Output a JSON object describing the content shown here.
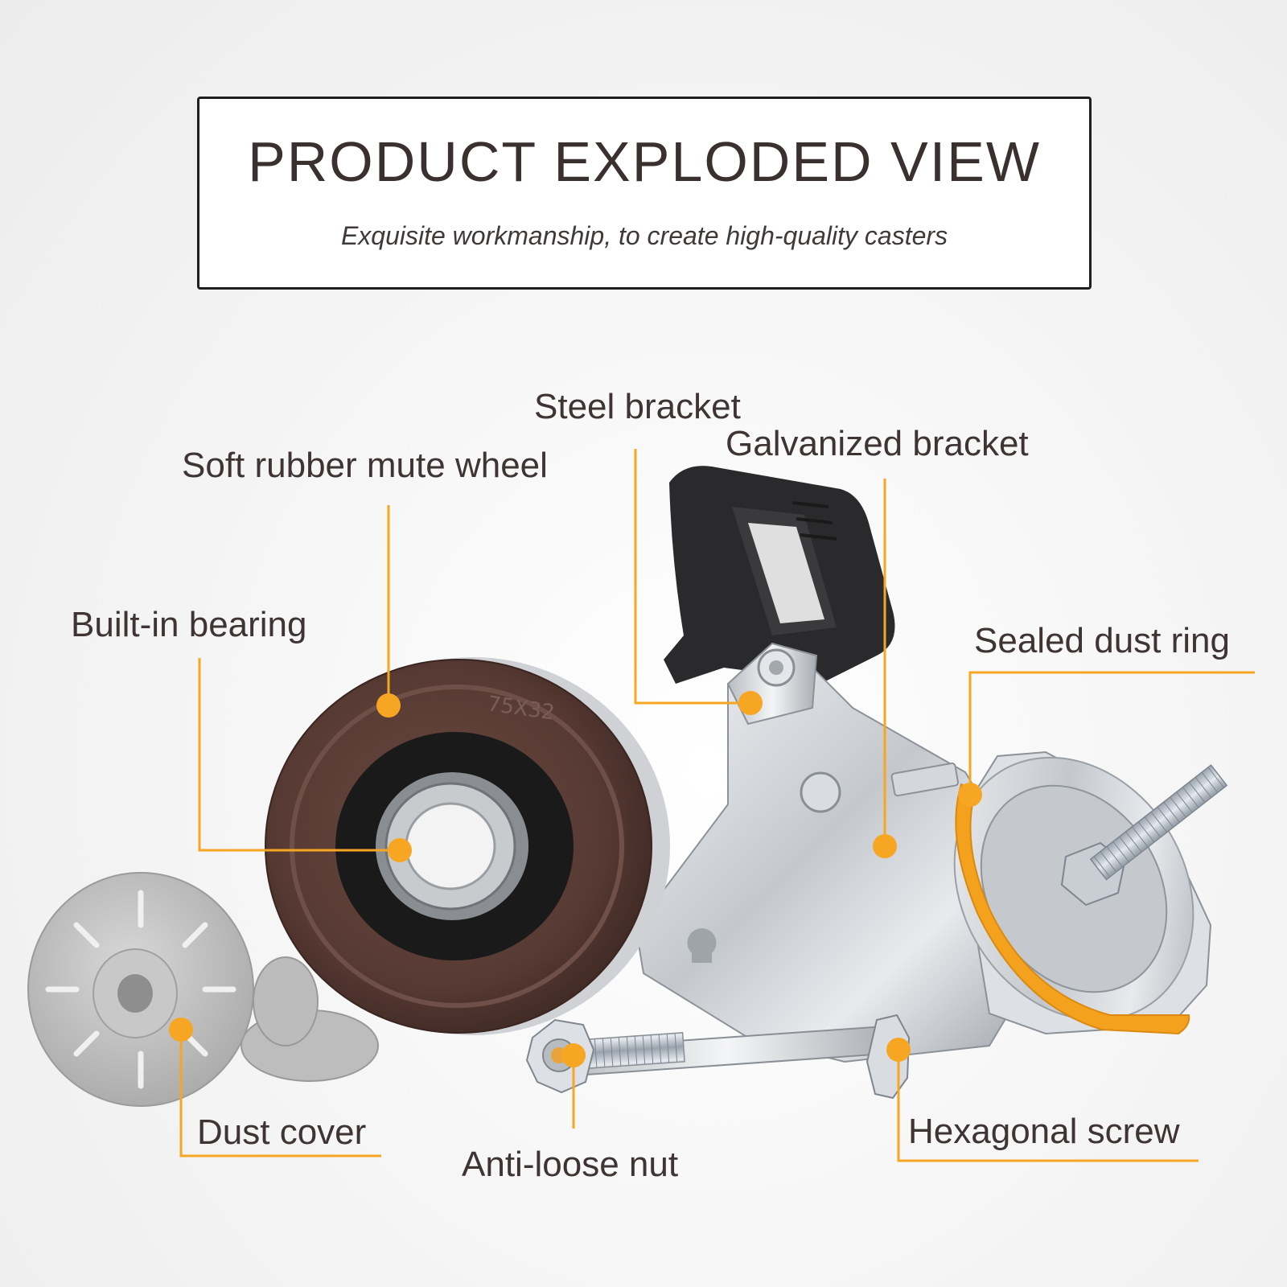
{
  "header": {
    "title": "PRODUCT EXPLODED VIEW",
    "subtitle": "Exquisite workmanship, to create high-quality casters"
  },
  "wheel": {
    "marking": "75X32"
  },
  "callouts": [
    {
      "id": "steel-bracket",
      "text": "Steel bracket"
    },
    {
      "id": "galvanized-bracket",
      "text": "Galvanized bracket"
    },
    {
      "id": "soft-rubber-mute-wheel",
      "text": "Soft rubber mute wheel"
    },
    {
      "id": "built-in-bearing",
      "text": "Built-in bearing"
    },
    {
      "id": "sealed-dust-ring",
      "text": "Sealed dust ring"
    },
    {
      "id": "dust-cover",
      "text": "Dust cover"
    },
    {
      "id": "anti-loose-nut",
      "text": "Anti-loose nut"
    },
    {
      "id": "hexagonal-screw",
      "text": "Hexagonal screw"
    }
  ],
  "colors": {
    "accent": "#f7a623",
    "label_text": "#3d3433",
    "wheel_brown": "#5b3d36",
    "metal": "#c9ccd0",
    "dust_ring": "#f4a21d"
  }
}
